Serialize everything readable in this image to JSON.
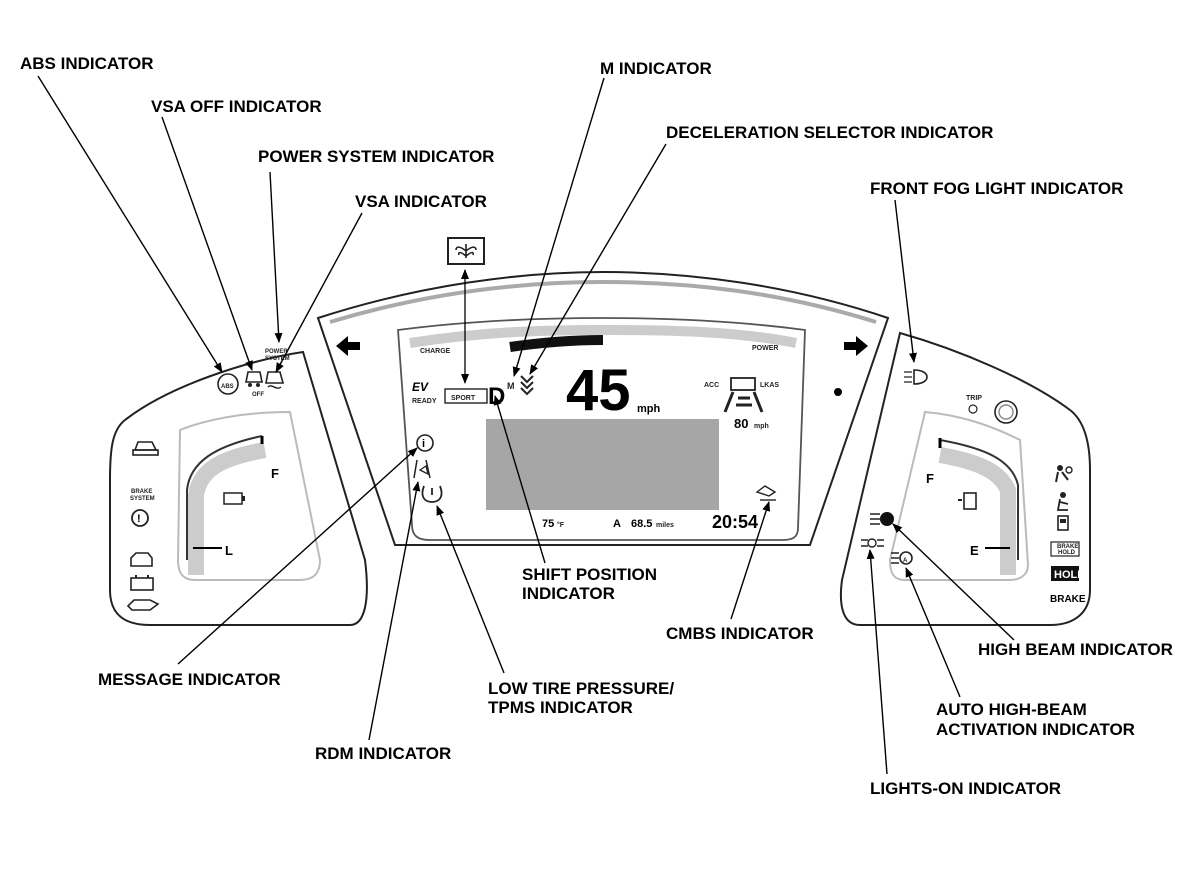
{
  "labels": {
    "abs": "ABS INDICATOR",
    "vsa_off": "VSA OFF INDICATOR",
    "power_system": "POWER SYSTEM INDICATOR",
    "vsa": "VSA INDICATOR",
    "m": "M INDICATOR",
    "decel_selector": "DECELERATION SELECTOR INDICATOR",
    "front_fog": "FRONT FOG LIGHT INDICATOR",
    "shift_position_1": "SHIFT POSITION",
    "shift_position_2": "INDICATOR",
    "cmbs": "CMBS INDICATOR",
    "high_beam": "HIGH BEAM INDICATOR",
    "auto_high_beam_1": "AUTO HIGH-BEAM",
    "auto_high_beam_2": "ACTIVATION INDICATOR",
    "message": "MESSAGE INDICATOR",
    "low_tire_1": "LOW TIRE PRESSURE/",
    "low_tire_2": "TPMS INDICATOR",
    "rdm": "RDM INDICATOR",
    "lights_on": "LIGHTS-ON INDICATOR"
  },
  "cluster": {
    "charge_label": "CHARGE",
    "power_label": "POWER",
    "ev_label": "EV",
    "ready_label": "READY",
    "sport_label": "SPORT",
    "gear": "D",
    "gear_mode": "M",
    "speed": "45",
    "speed_unit": "mph",
    "acc_label": "ACC",
    "lkas_label": "LKAS",
    "set_speed": "80",
    "set_speed_unit": "mph",
    "outside_temp": "75",
    "temp_unit": "°F",
    "trip_letter": "A",
    "trip_distance": "68.5",
    "trip_unit": "miles",
    "clock": "20:54",
    "trip_button_label": "TRIP",
    "brake_system_label_1": "BRAKE",
    "brake_system_label_2": "SYSTEM",
    "power_system_label_1": "POWER",
    "power_system_label_2": "SYSTEM",
    "gauge_left_full": "F",
    "gauge_left_low": "L",
    "gauge_right_full": "F",
    "gauge_right_empty": "E",
    "off_label": "OFF",
    "brake_hold_label_1": "BRAKE",
    "brake_hold_label_2": "HOLD",
    "hold_label": "HOLD",
    "brake_label": "BRAKE"
  }
}
